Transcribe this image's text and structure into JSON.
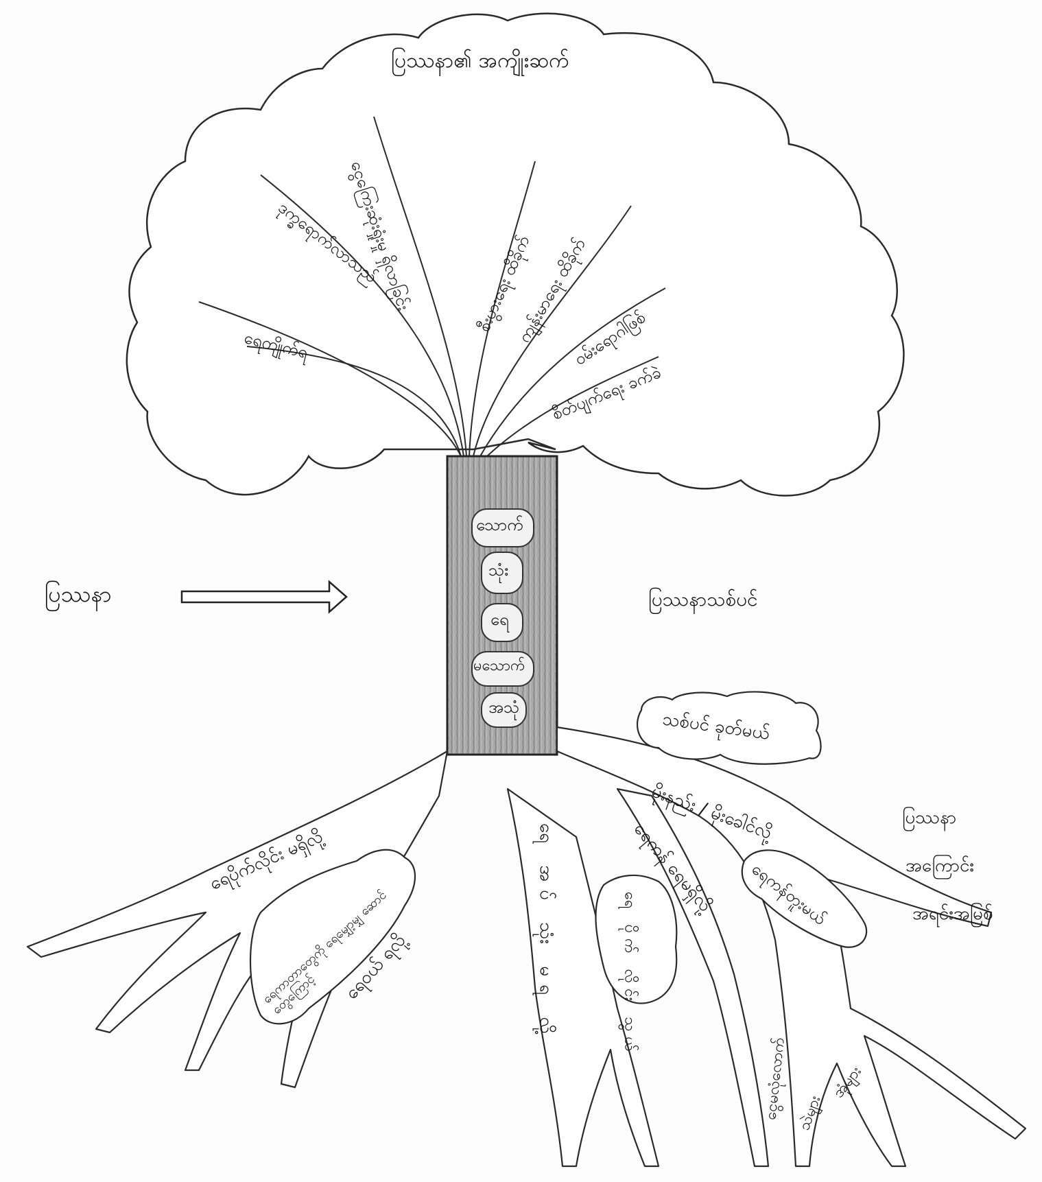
{
  "canopy": {
    "title": "ပြဿနာ၏ အကျိုးဆက်",
    "branches": [
      "ရေကျိုက်ရ",
      "ဒုက္ခရောက်လာသည်",
      "ငွေကြေးဆုံးရှုံးမှု ရှိလာခြင်း",
      "စီးပွားရေး ထိခိုက်",
      "ကျန်းမာရေး ထိခိုက်",
      "ဝမ်းရောဂါဖြစ်",
      "စိတ်ပျက်ရေး ခက်ခဲ"
    ]
  },
  "trunk": {
    "lines": [
      "သောက်",
      "သုံး",
      "ရေ",
      "မသောက်",
      "အသုံ"
    ]
  },
  "problem_label": "ပြဿနာ",
  "vision_label": "ပြဿနာသစ်ပင်",
  "roots": {
    "cloud_top": "သစ်ပင် ခုတ်မယ်",
    "root_labels": [
      "ရေပိုက်လိုင်း မရှိလို့",
      "ရေကာတာတွေကို ရေမျှော့မျှ ဆောင်တွေကြောင့်",
      "ရေဝယ် ရလို့",
      "ရေ အပ် သုံး မရ လို့",
      "ရေ ပိုက် လိုင်း သွယ်",
      "ရေကန် ရေမရှိလို့",
      "ရေကန်တူးမယ်",
      "မိုးနည်း / မိုးခေါင်လို့",
      "ငွေမလုံလောက်",
      "သဲများ",
      "အုံများ"
    ],
    "causes_label": [
      "ပြဿနာ",
      "အကြောင်း",
      "အရင်းအမြစ်"
    ]
  }
}
